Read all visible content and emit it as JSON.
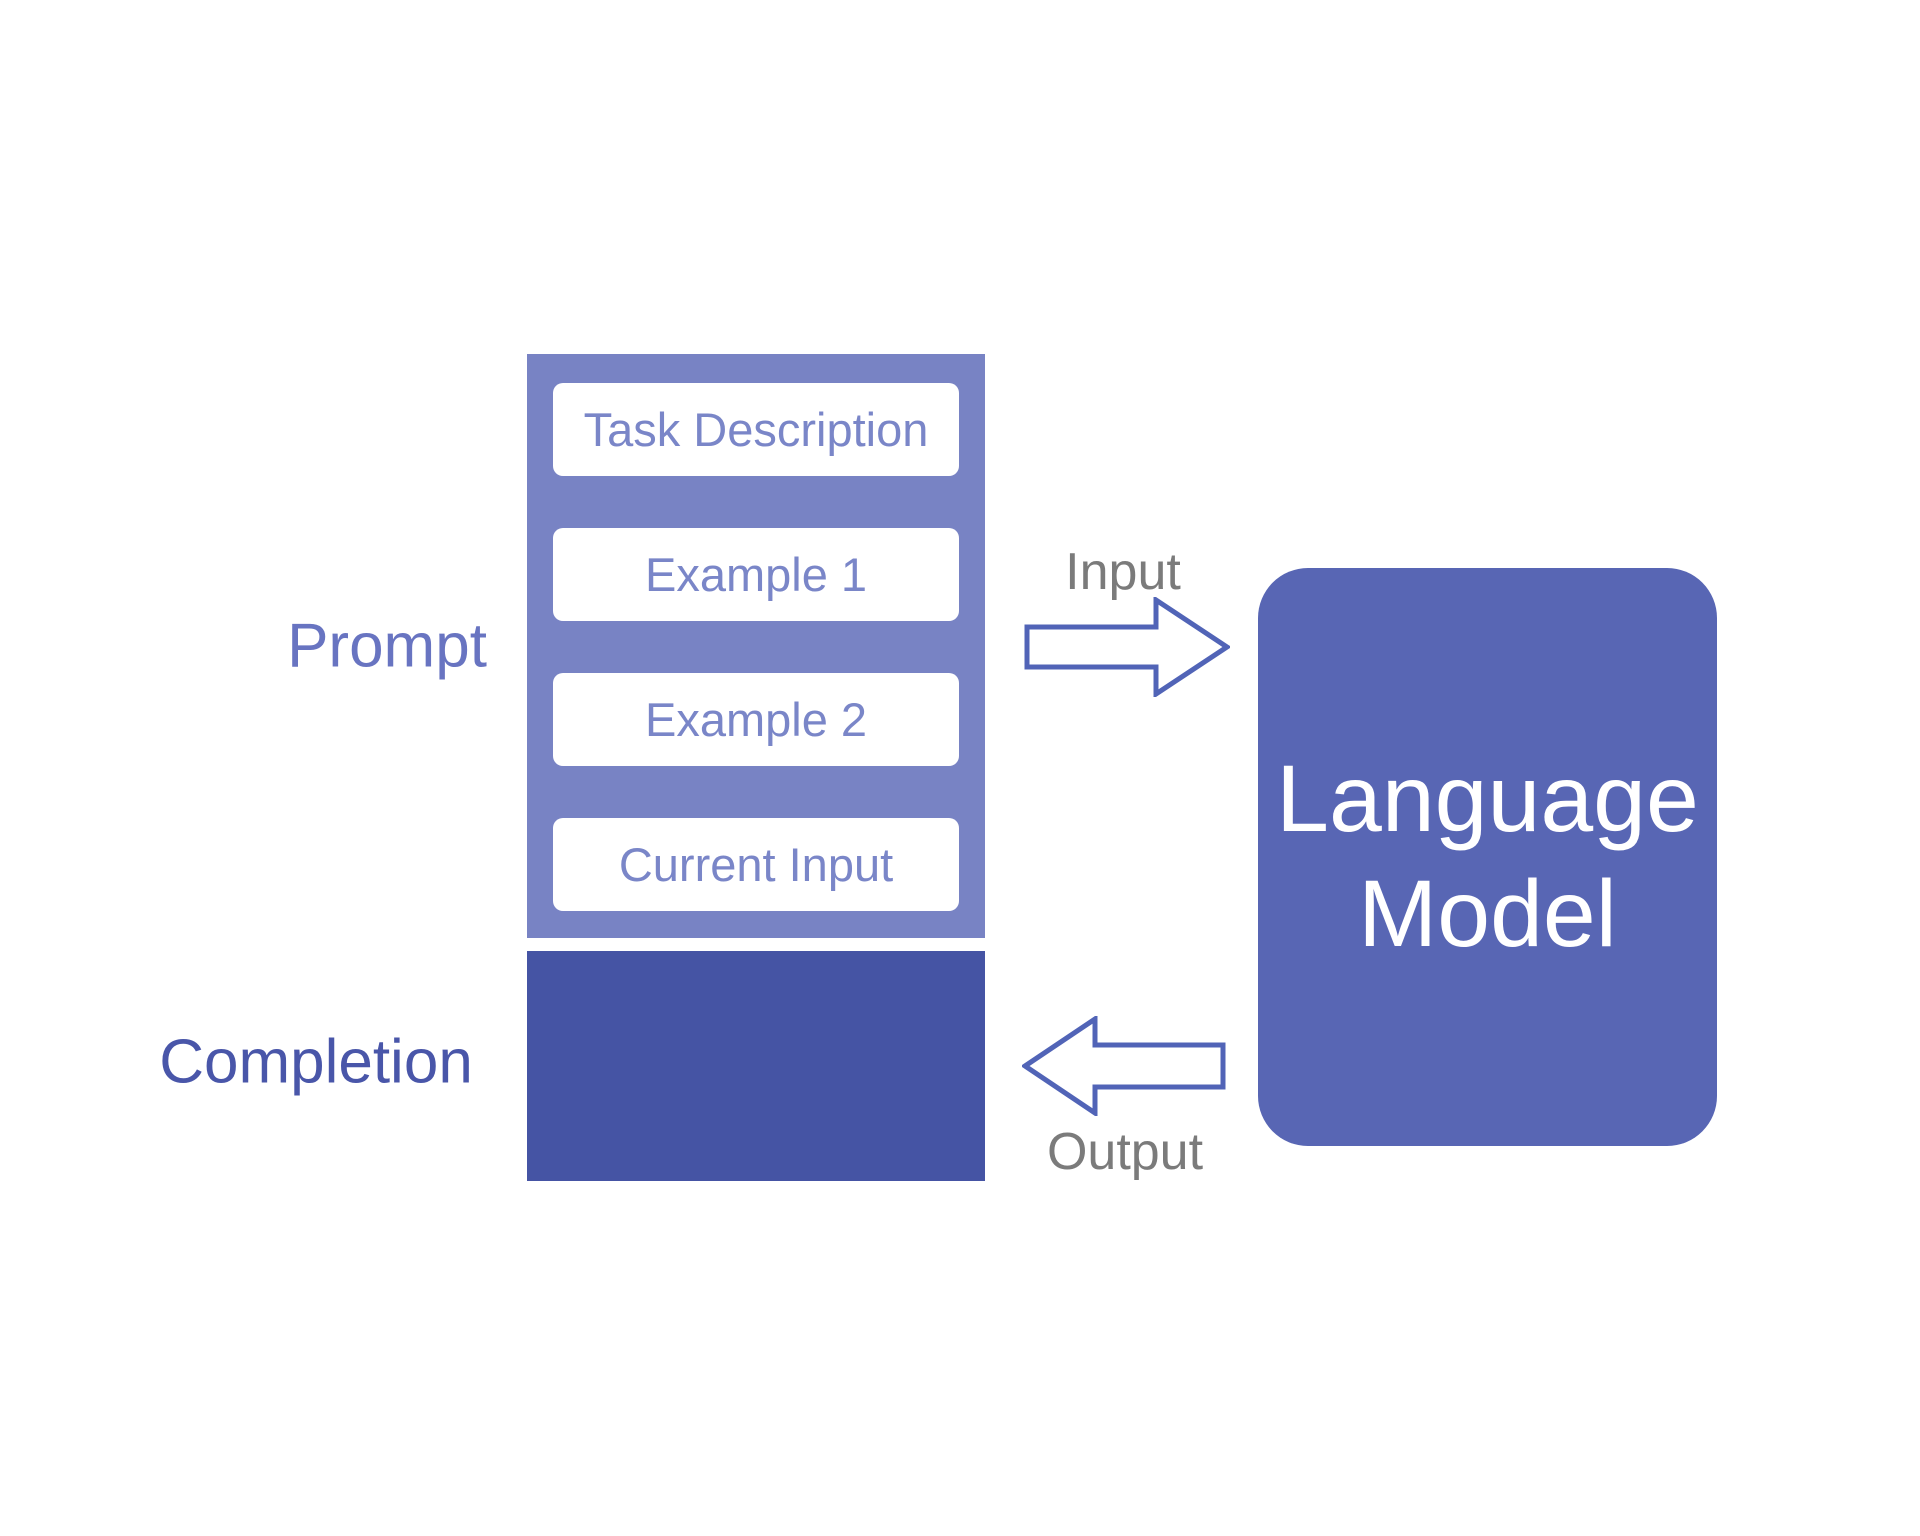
{
  "diagram": {
    "labels": {
      "prompt": "Prompt",
      "completion": "Completion",
      "input": "Input",
      "output": "Output"
    },
    "prompt": {
      "blocks": [
        "Task Description",
        "Example 1",
        "Example 2",
        "Current Input"
      ]
    },
    "model": {
      "lines": [
        "Language",
        "Model"
      ]
    },
    "colors": {
      "prompt_stack_bg": "#7883C4",
      "prompt_block_bg": "#FFFFFF",
      "prompt_block_text": "#7A86C8",
      "completion_bg": "#4554A4",
      "model_bg": "#5866B4",
      "model_text": "#FFFFFF",
      "prompt_label_text": "#6874C1",
      "completion_label_text": "#4956A9",
      "arrow_outline": "#5164B7",
      "arrow_fill": "#FFFFFF",
      "arrow_label_text": "#7B7B7B",
      "background": "#FFFFFF"
    }
  }
}
